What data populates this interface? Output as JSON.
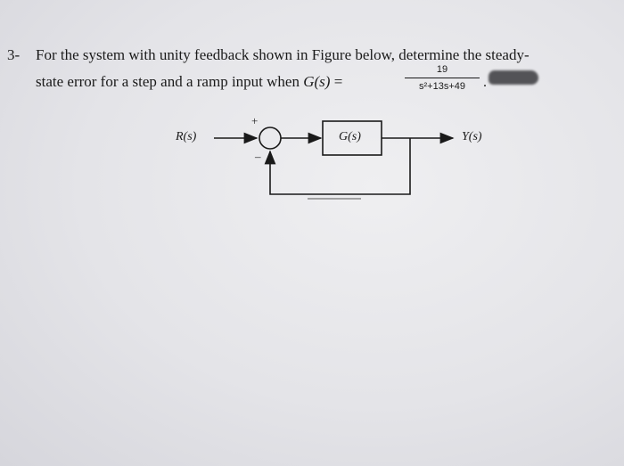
{
  "question": {
    "number": "3-",
    "line1": "For the system with unity feedback shown in Figure below, determine the steady-",
    "line2_prefix": "state error for a step and a ramp input when ",
    "gs": "G(s)",
    "equals": " =",
    "tf_numerator": "19",
    "tf_denominator": "s²+13s+49",
    "dot": "."
  },
  "diagram": {
    "input_label": "R(s)",
    "block_label": "G(s)",
    "output_label": "Y(s)",
    "plus_sign": "+",
    "minus_sign": "–"
  }
}
